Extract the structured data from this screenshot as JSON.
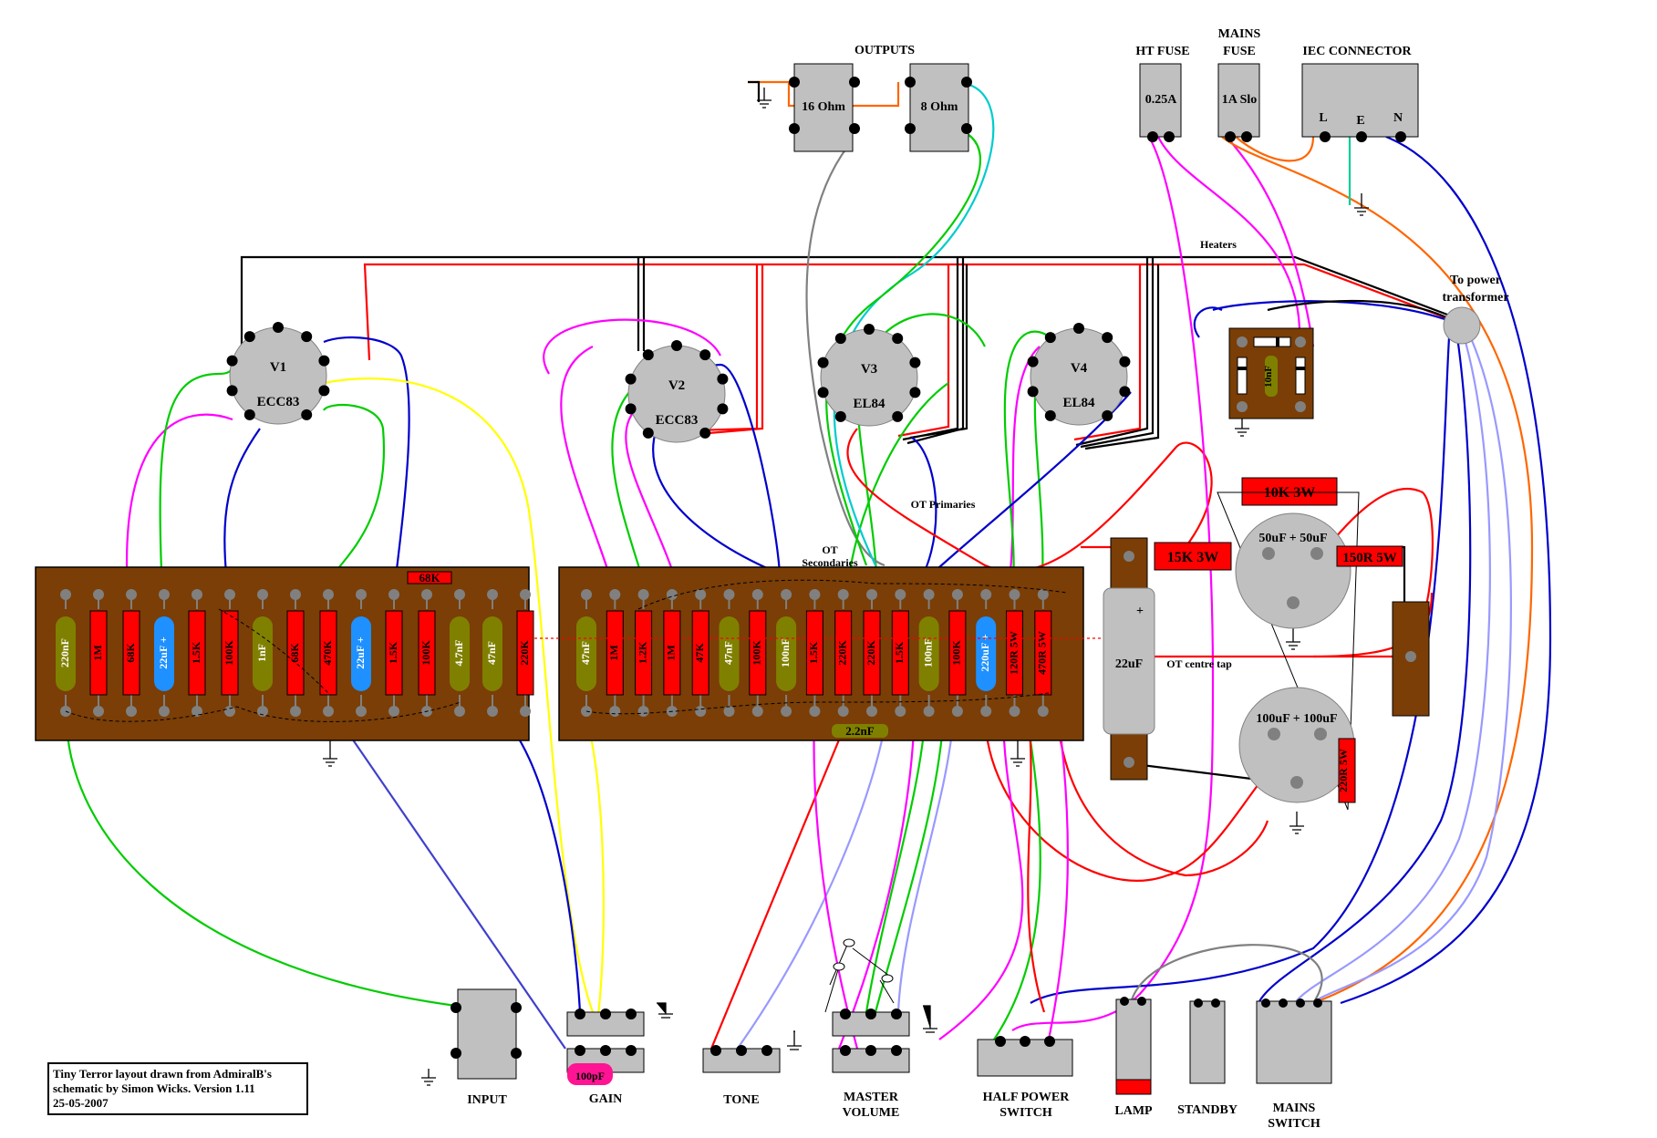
{
  "labels": {
    "outputs": "OUTPUTS",
    "out16": "16 Ohm",
    "out8": "8 Ohm",
    "ht_fuse": "HT FUSE",
    "ht_fuse_value": "0.25A",
    "mains_fuse_1": "MAINS",
    "mains_fuse_2": "FUSE",
    "mains_fuse_value": "1A Slo",
    "iec": "IEC CONNECTOR",
    "iec_l": "L",
    "iec_e": "E",
    "iec_n": "N",
    "heaters": "Heaters",
    "power_tx_1": "To power",
    "power_tx_2": "transformer",
    "ot_primaries": "OT Primaries",
    "ot_secondaries_1": "OT",
    "ot_secondaries_2": "Secondaries",
    "ot_centre_tap": "OT centre tap",
    "input": "INPUT",
    "gain": "GAIN",
    "gain_cap": "100pF",
    "tone": "TONE",
    "master_1": "MASTER",
    "master_2": "VOLUME",
    "half_power_1": "HALF POWER",
    "half_power_2": "SWITCH",
    "lamp": "LAMP",
    "standby": "STANDBY",
    "mains_switch_1": "MAINS",
    "mains_switch_2": "SWITCH"
  },
  "tubes": [
    {
      "name": "V1",
      "type": "ECC83"
    },
    {
      "name": "V2",
      "type": "ECC83"
    },
    {
      "name": "V3",
      "type": "EL84"
    },
    {
      "name": "V4",
      "type": "EL84"
    }
  ],
  "board1_components": [
    {
      "kind": "cap",
      "label": "220nF",
      "color": "#808000"
    },
    {
      "kind": "res",
      "label": "1M",
      "color": "#ff0000"
    },
    {
      "kind": "res",
      "label": "68K",
      "color": "#ff0000"
    },
    {
      "kind": "ecap",
      "label": "22uF +",
      "color": "#1e90ff"
    },
    {
      "kind": "res",
      "label": "1.5K",
      "color": "#ff0000"
    },
    {
      "kind": "res",
      "label": "100K",
      "color": "#ff0000"
    },
    {
      "kind": "cap",
      "label": "1nF",
      "color": "#808000"
    },
    {
      "kind": "res",
      "label": "68K",
      "color": "#ff0000"
    },
    {
      "kind": "res",
      "label": "470K",
      "color": "#ff0000"
    },
    {
      "kind": "ecap",
      "label": "22uF +",
      "color": "#1e90ff"
    },
    {
      "kind": "res",
      "label": "1.5K",
      "color": "#ff0000"
    },
    {
      "kind": "res",
      "label": "100K",
      "color": "#ff0000"
    },
    {
      "kind": "cap",
      "label": "4.7nF",
      "color": "#808000"
    },
    {
      "kind": "cap",
      "label": "47nF",
      "color": "#808000"
    },
    {
      "kind": "res",
      "label": "220K",
      "color": "#ff0000"
    }
  ],
  "board1_top_res": "68K",
  "board2_components": [
    {
      "kind": "cap",
      "label": "47nF",
      "color": "#808000"
    },
    {
      "kind": "res",
      "label": "1M",
      "color": "#ff0000"
    },
    {
      "kind": "res",
      "label": "1.2K",
      "color": "#ff0000"
    },
    {
      "kind": "res",
      "label": "1M",
      "color": "#ff0000"
    },
    {
      "kind": "res",
      "label": "47K",
      "color": "#ff0000"
    },
    {
      "kind": "cap",
      "label": "47nF",
      "color": "#808000"
    },
    {
      "kind": "res",
      "label": "100K",
      "color": "#ff0000"
    },
    {
      "kind": "cap",
      "label": "100nF",
      "color": "#808000"
    },
    {
      "kind": "res",
      "label": "1.5K",
      "color": "#ff0000"
    },
    {
      "kind": "res",
      "label": "220K",
      "color": "#ff0000"
    },
    {
      "kind": "res",
      "label": "220K",
      "color": "#ff0000"
    },
    {
      "kind": "res",
      "label": "1.5K",
      "color": "#ff0000"
    },
    {
      "kind": "cap",
      "label": "100nF",
      "color": "#808000"
    },
    {
      "kind": "res",
      "label": "100K",
      "color": "#ff0000"
    },
    {
      "kind": "ecap",
      "label": "220uF +",
      "color": "#1e90ff"
    },
    {
      "kind": "res",
      "label": "120R 5W",
      "color": "#ff0000"
    },
    {
      "kind": "res",
      "label": "470R 5W",
      "color": "#ff0000"
    }
  ],
  "board2_bottom_cap": "2.2nF",
  "power": {
    "res_10k": "10K 3W",
    "res_15k": "15K 3W",
    "res_150r": "150R 5W",
    "res_220r": "220R 5W",
    "can1": "50uF + 50uF",
    "can2": "100uF + 100uF",
    "filter_cap": "22uF",
    "filter_plus": "+",
    "rect_cap": "10nF"
  },
  "credit": [
    "Tiny Terror layout drawn from AdmiralB's",
    "schematic by Simon Wicks. Version 1.11",
    "25-05-2007"
  ]
}
